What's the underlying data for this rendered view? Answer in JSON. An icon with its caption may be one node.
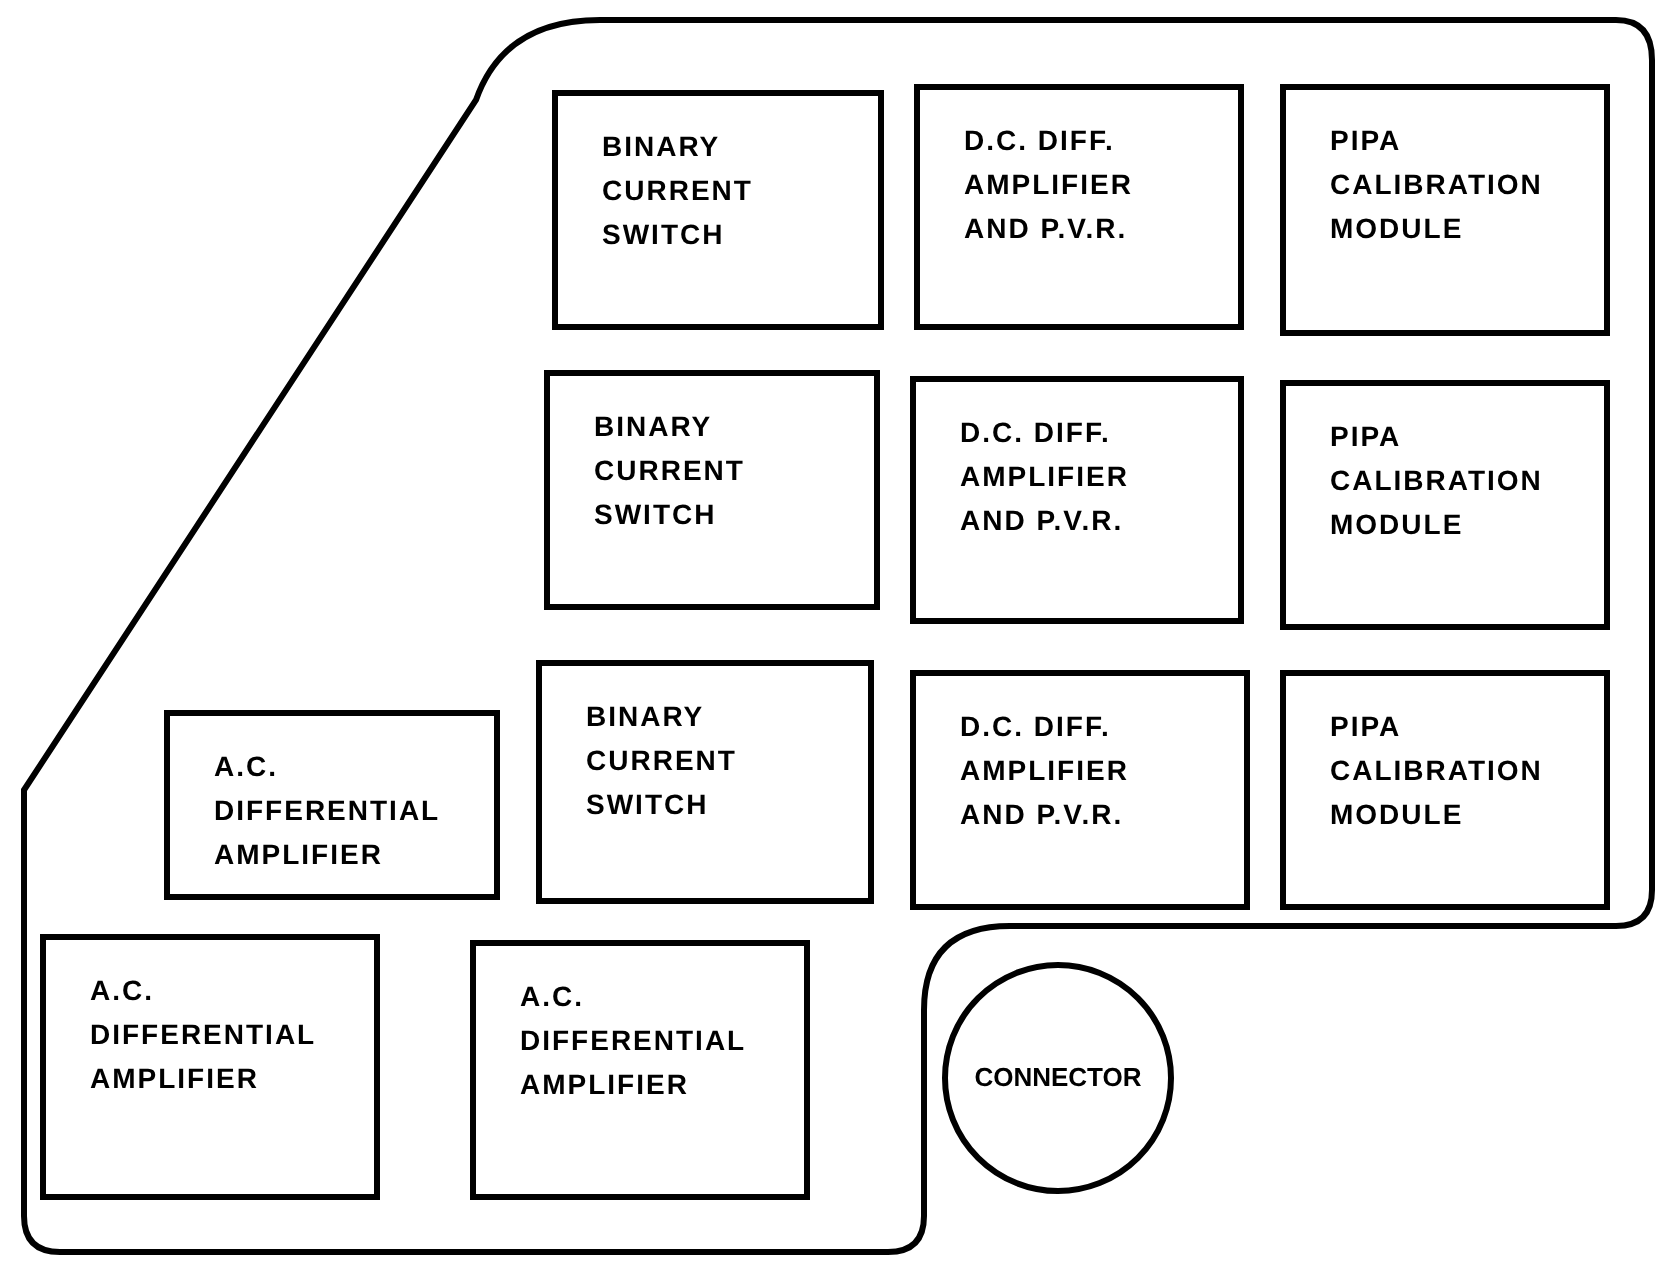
{
  "diagram": {
    "nodes": [
      {
        "text": [],
        "shape": "box"
      },
      {
        "text": [
          "BINARY CURRENT SWITCH"
        ],
        "in": 0
      },
      {
        "text": [
          "D.C. DIFF. AMPLIFIER AND P.V.R."
        ],
        "in": 0
      },
      {
        "text": [
          "PIPA CALIBRATION MODULE"
        ],
        "in": 0
      },
      {
        "text": [
          "BINARY CURRENT SWITCH"
        ],
        "in": 0
      },
      {
        "text": [
          "D.C. DIFF. AMPLIFIER AND P.V.R."
        ],
        "in": 0
      },
      {
        "text": [
          "PIPA CALIBRATION MODULE"
        ],
        "in": 0
      },
      {
        "text": [
          "A.C. DIFFERENTIAL AMPLIFIER"
        ],
        "in": 0
      },
      {
        "text": [
          "BINARY CURRENT SWITCH"
        ],
        "in": 0
      },
      {
        "text": [
          "D.C. DIFF. AMPLIFIER AND P.V.R."
        ],
        "in": 0
      },
      {
        "text": [
          "PIPA CALIBRATION MODULE"
        ],
        "in": 0
      },
      {
        "text": [
          "A.C. DIFFERENTIAL AMPLIFIER"
        ],
        "in": 0
      },
      {
        "text": [
          "A.C. DIFFERENTIAL AMPLIFIER"
        ],
        "in": 0
      },
      {
        "text": [
          "CONNECTOR"
        ],
        "in": 0
      }
    ],
    "edges": []
  }
}
